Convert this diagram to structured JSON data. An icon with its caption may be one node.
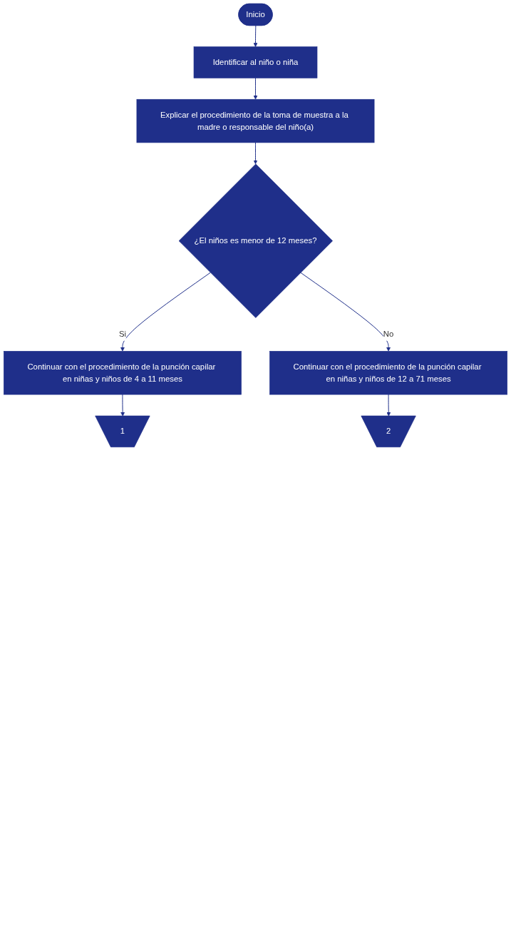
{
  "diagram": {
    "nodes": [
      {
        "text": [
          "Inicio"
        ]
      },
      {
        "text": [
          "Identificar al niño o niña"
        ]
      },
      {
        "text": [
          "Explicar el procedimiento de la toma de muestra a la madre o responsable del niño(a)"
        ]
      },
      {
        "text": [
          "¿El niños es menor de 12 meses?"
        ]
      },
      {
        "text": [
          "Continuar con el procedimiento de la punción capilar en niñas y niños de 4 a 11 meses"
        ]
      },
      {
        "text": [
          "1"
        ]
      },
      {
        "text": [
          "Continuar con el procedimiento de la punción capilar en niñas y niños de 12 a 71 meses"
        ]
      },
      {
        "text": [
          "2"
        ]
      }
    ],
    "edges": [
      {
        "from": 0,
        "to": 1,
        "arrow": "to"
      },
      {
        "from": 1,
        "to": 2,
        "arrow": "to"
      },
      {
        "from": 2,
        "to": 3,
        "arrow": "to"
      },
      {
        "from": 3,
        "to": 4,
        "arrow": "to",
        "label": "Si"
      },
      {
        "from": 4,
        "to": 5,
        "arrow": "to"
      },
      {
        "from": 3,
        "to": 6,
        "arrow": "to",
        "label": "No"
      },
      {
        "from": 6,
        "to": 7,
        "arrow": "to"
      }
    ]
  }
}
